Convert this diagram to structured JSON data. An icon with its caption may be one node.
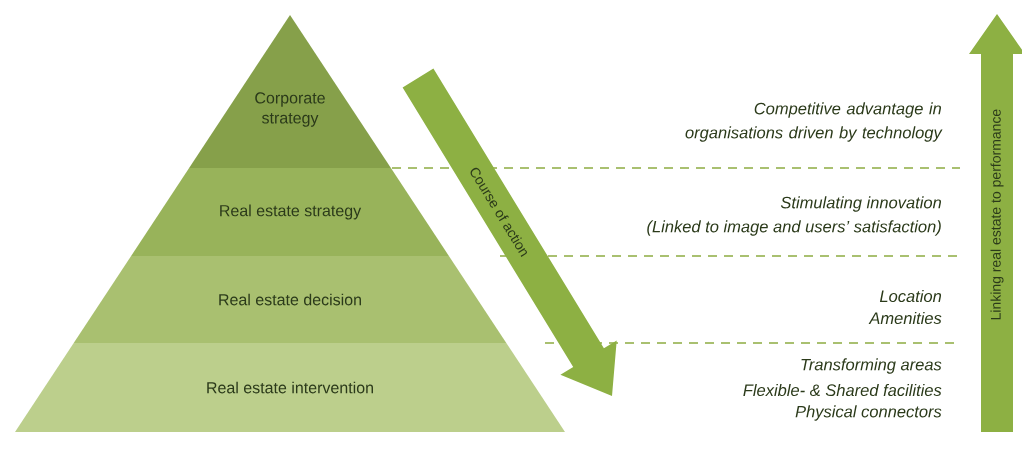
{
  "diagram": {
    "nodes": [
      {
        "text": [
          "Corporate strategy"
        ]
      },
      {
        "text": [
          "Real estate strategy"
        ]
      },
      {
        "text": [
          "Real estate decision"
        ]
      },
      {
        "text": [
          "Real estate intervention"
        ]
      },
      {
        "text": [
          "Course of action"
        ]
      },
      {
        "text": [
          "Linking real estate to performance"
        ]
      }
    ],
    "labels": [
      "Competitive advantage in organisations driven by technology",
      "Stimulating innovation",
      "(Linked to image and users’ satisfaction)",
      "Location",
      "Amenities",
      "Transforming areas",
      "Flexible- & Shared facilities",
      "Physical connectors"
    ]
  }
}
